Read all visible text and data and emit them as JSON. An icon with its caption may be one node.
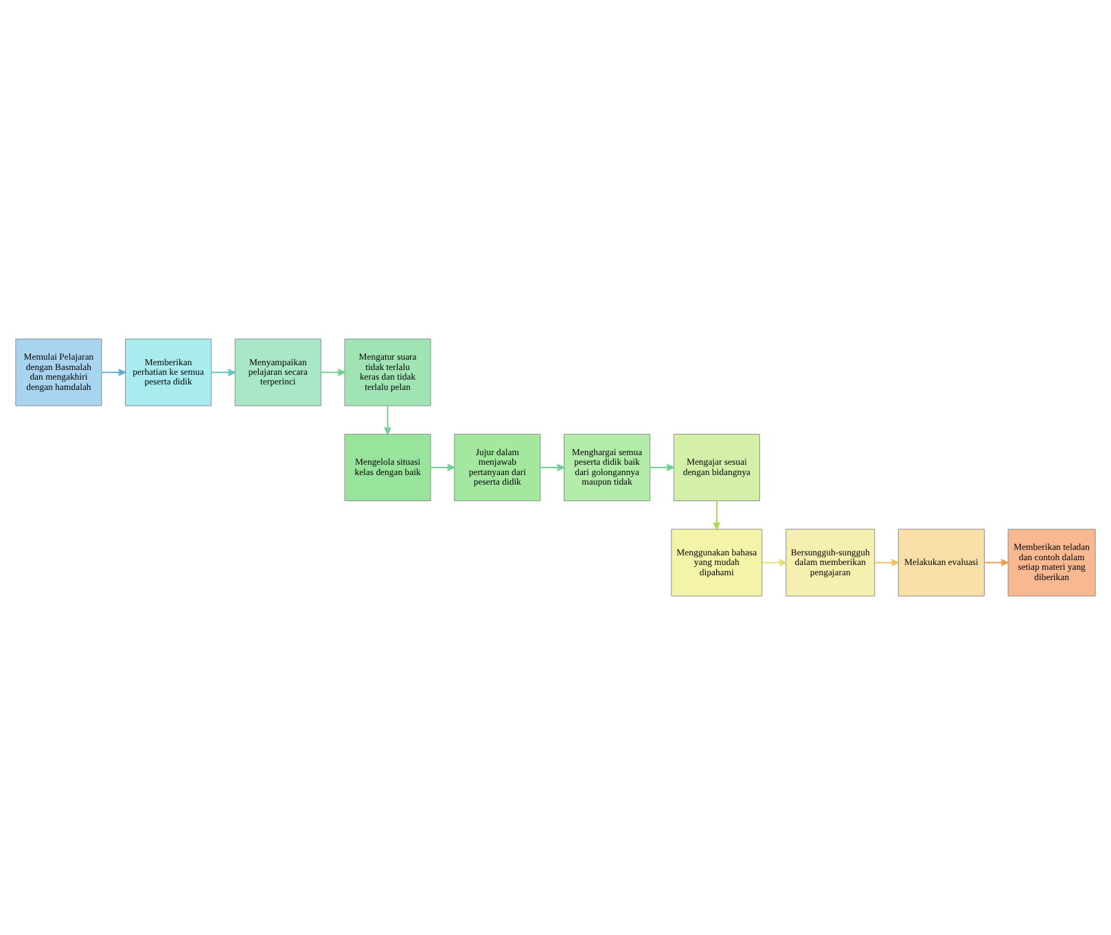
{
  "diagram": {
    "nodes": [
      {
        "text": [
          "Memulai Pelajaran dengan Basmalah dan mengakhiri dengan hamdalah"
        ]
      },
      {
        "text": [
          "Memberikan perhatian ke semua peserta didik"
        ]
      },
      {
        "text": [
          "Menyampaikan pelajaran secara terperinci"
        ]
      },
      {
        "text": [
          "Mengatur suara tidak terlalu keras dan tidak terlalu pelan"
        ]
      },
      {
        "text": [
          "Mengelola situasi kelas dengan baik"
        ]
      },
      {
        "text": [
          "Jujur dalam menjawab pertanyaan dari peserta didik"
        ]
      },
      {
        "text": [
          "Menghargai semua peserta didik baik dari golongannya maupun tidak"
        ]
      },
      {
        "text": [
          "Mengajar sesuai dengan bidangnya"
        ]
      },
      {
        "text": [
          "Menggunakan bahasa yang mudah dipahami"
        ]
      },
      {
        "text": [
          "Bersungguh-sungguh dalam memberikan pengajaran"
        ]
      },
      {
        "text": [
          "Melakukan evaluasi"
        ]
      },
      {
        "text": [
          "Memberikan teladan dan contoh dalam setiap materi yang diberikan"
        ]
      }
    ],
    "edges": [
      {
        "from": 0,
        "to": 1,
        "arrow": "to",
        "color": "#5aaed6"
      },
      {
        "from": 1,
        "to": 2,
        "arrow": "to",
        "color": "#5cc8b8"
      },
      {
        "from": 2,
        "to": 3,
        "arrow": "to"
      },
      {
        "from": 3,
        "to": 4,
        "arrow": "to"
      },
      {
        "from": 4,
        "to": 5,
        "arrow": "to"
      },
      {
        "from": 5,
        "to": 6,
        "arrow": "to"
      },
      {
        "from": 6,
        "to": 7,
        "arrow": "to"
      },
      {
        "from": 7,
        "to": 8,
        "arrow": "to",
        "color": "#a6d84a"
      },
      {
        "from": 8,
        "to": 9,
        "arrow": "to",
        "color": "#e0e070"
      },
      {
        "from": 9,
        "to": 10,
        "arrow": "to",
        "color": "#f0c060"
      },
      {
        "from": 10,
        "to": 11,
        "arrow": "to",
        "color": "#f09a50"
      }
    ]
  }
}
